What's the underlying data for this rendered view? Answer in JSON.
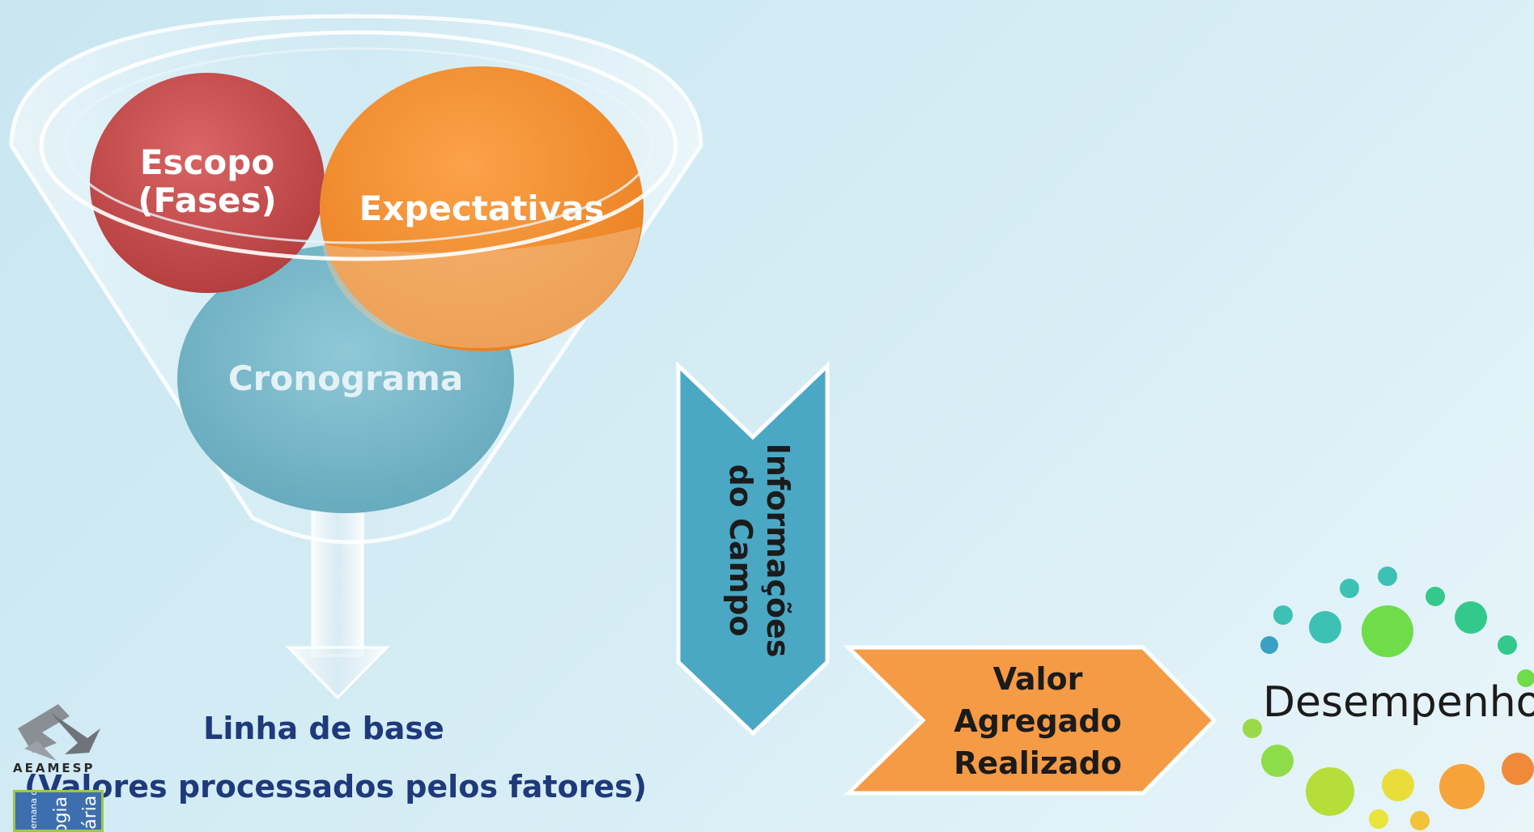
{
  "funnel": {
    "circles": {
      "escopo_line1": "Escopo",
      "escopo_line2": "(Fases)",
      "expectativas": "Expectativas",
      "cronograma": "Cronograma"
    },
    "output_line1": "Linha de base",
    "output_line2": "(Valores processados pelos fatores)"
  },
  "field_info": {
    "line1": "Informações",
    "line2": "do Campo"
  },
  "earned_value": {
    "line1": "Valor",
    "line2": "Agregado",
    "line3": "Realizado"
  },
  "performance": {
    "label": "Desempenho"
  },
  "logo": {
    "name": "AEAMESP",
    "badge_line1": "Semana de",
    "badge_line2": "ogia",
    "badge_line3": "iária"
  },
  "colors": {
    "escopo": "#c94b4b",
    "expectativas": "#f5922f",
    "cronograma": "#6fb4c8",
    "field_arrow": "#4aa8c4",
    "value_arrow": "#f59a45",
    "label_text": "#1f3a7a"
  }
}
